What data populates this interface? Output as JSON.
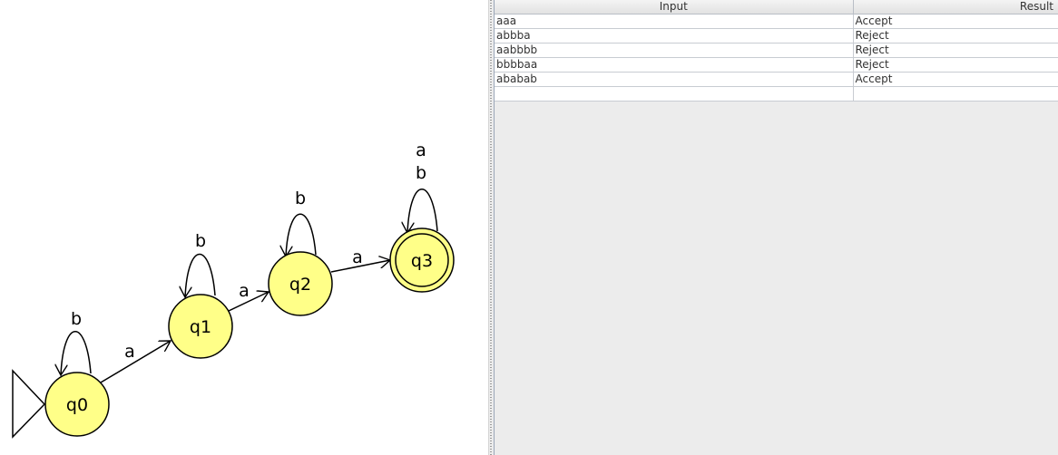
{
  "automaton": {
    "states": [
      {
        "id": "q0",
        "label": "q0",
        "initial": true,
        "final": false
      },
      {
        "id": "q1",
        "label": "q1",
        "initial": false,
        "final": false
      },
      {
        "id": "q2",
        "label": "q2",
        "initial": false,
        "final": false
      },
      {
        "id": "q3",
        "label": "q3",
        "initial": false,
        "final": true
      }
    ],
    "transitions": [
      {
        "from": "q0",
        "to": "q0",
        "label": "b"
      },
      {
        "from": "q0",
        "to": "q1",
        "label": "a"
      },
      {
        "from": "q1",
        "to": "q1",
        "label": "b"
      },
      {
        "from": "q1",
        "to": "q2",
        "label": "a"
      },
      {
        "from": "q2",
        "to": "q2",
        "label": "b"
      },
      {
        "from": "q2",
        "to": "q3",
        "label": "a"
      },
      {
        "from": "q3",
        "to": "q3",
        "label": "a"
      },
      {
        "from": "q3",
        "to": "q3",
        "label": "b"
      }
    ],
    "state_fill": "#ffff88",
    "stroke": "#000000"
  },
  "table": {
    "headers": {
      "input": "Input",
      "result": "Result"
    },
    "rows": [
      {
        "input": "aaa",
        "result": "Accept"
      },
      {
        "input": "abbba",
        "result": "Reject"
      },
      {
        "input": "aabbbb",
        "result": "Reject"
      },
      {
        "input": "bbbbaa",
        "result": "Reject"
      },
      {
        "input": "ababab",
        "result": "Accept"
      },
      {
        "input": "",
        "result": ""
      }
    ]
  }
}
